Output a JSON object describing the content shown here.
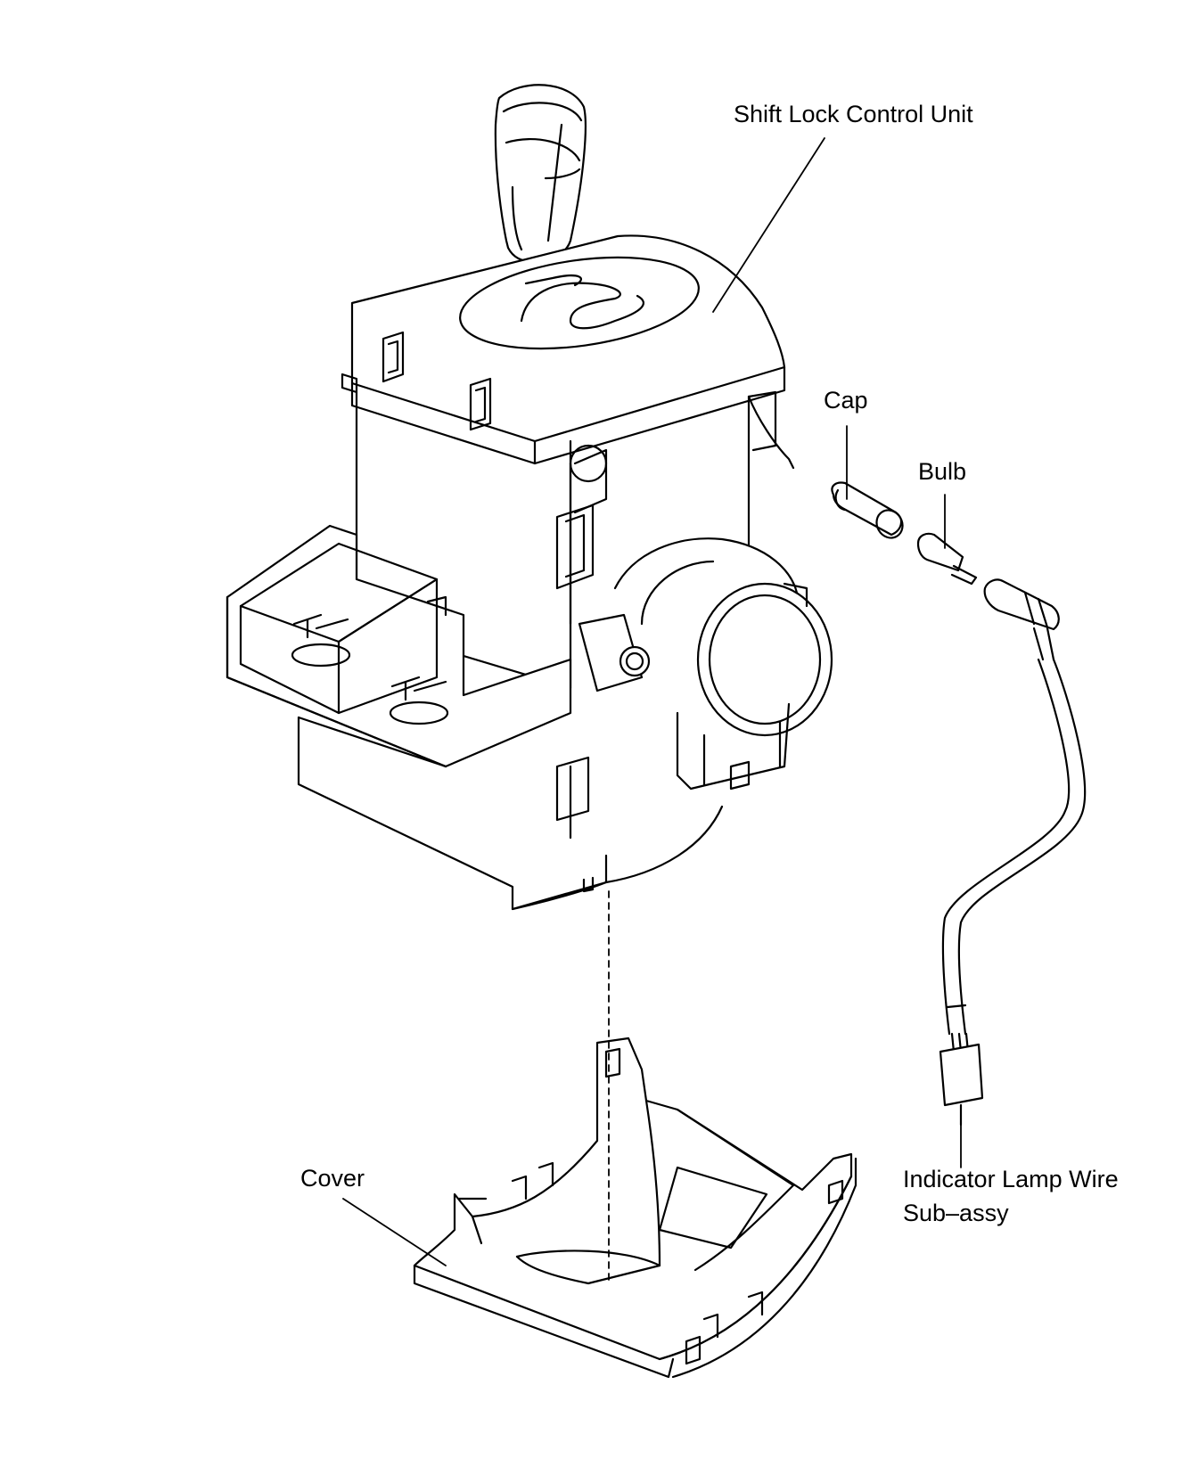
{
  "labels": {
    "shift_lock_control_unit": "Shift Lock Control Unit",
    "cap": "Cap",
    "bulb": "Bulb",
    "cover": "Cover",
    "indicator_lamp_wire_line1": "Indicator Lamp Wire",
    "indicator_lamp_wire_line2": "Sub–assy"
  },
  "colors": {
    "ink": "#000000",
    "paper": "#ffffff"
  }
}
